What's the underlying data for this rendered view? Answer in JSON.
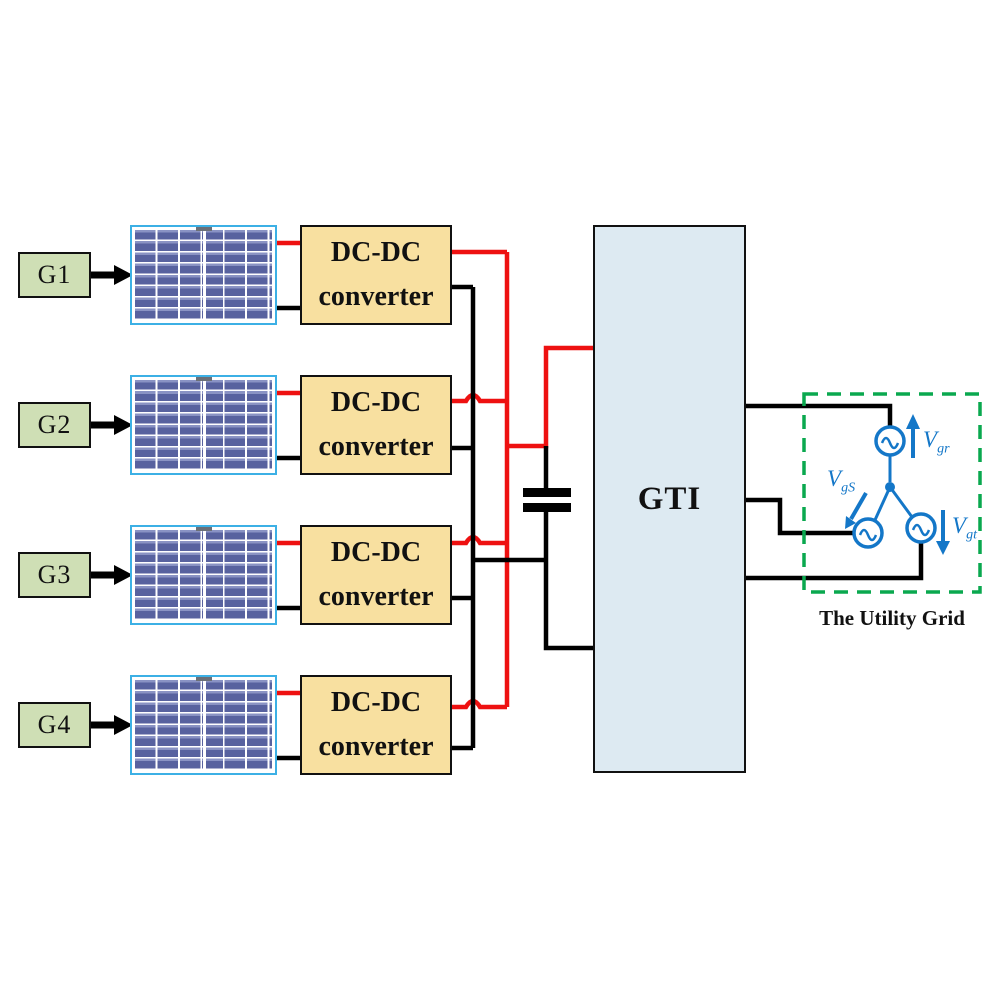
{
  "diagram": {
    "title_implicit": "Grid-connected PV system with four DC-DC converters and GTI",
    "generators": [
      {
        "label": "G1"
      },
      {
        "label": "G2"
      },
      {
        "label": "G3"
      },
      {
        "label": "G4"
      }
    ],
    "converter": {
      "line1": "DC-DC",
      "line2": "converter"
    },
    "inverter": {
      "label": "GTI"
    },
    "utility_grid": {
      "title": "The Utility Grid",
      "phases": [
        {
          "main": "V",
          "sub": "gr",
          "arrow_direction": "up"
        },
        {
          "main": "V",
          "sub": "gS",
          "arrow_direction": "down-left"
        },
        {
          "main": "V",
          "sub": "gt",
          "arrow_direction": "down"
        }
      ],
      "source_count": 3,
      "topology": "star"
    },
    "icons": {
      "solar_panel": "blue cell grid rectangle",
      "ac_source": "circle with sine wave",
      "capacitor": "two parallel plates",
      "flow_arrow": "solid black right arrow",
      "wire_hop": "small arc bump where positive wire crosses negative bus"
    },
    "colors": {
      "wire_positive": "#ee1111",
      "wire_negative": "#000000",
      "generator_fill": "#cfdfb5",
      "converter_fill": "#f8e0a0",
      "inverter_fill": "#ddeaf2",
      "panel_cell": "#58629f",
      "panel_frame": "#3cb0e5",
      "grid_outline": "#0aa84f",
      "source_blue": "#1477c8",
      "background": "#ffffff"
    }
  }
}
